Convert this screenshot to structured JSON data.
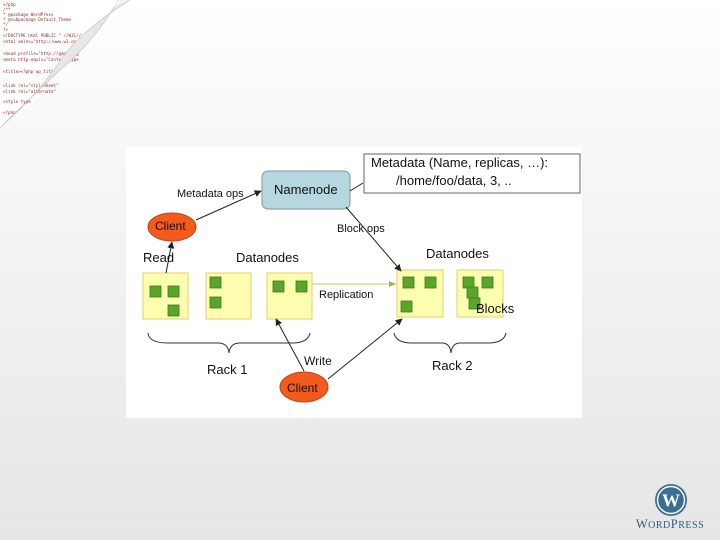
{
  "page_curl_code_lines": [
    "<?php",
    "/**",
    " * @package WordPress",
    " * @subpackage Default_Theme",
    " */",
    "?>",
    "<!DOCTYPE html PUBLIC \"-//W3C//",
    "<html xmlns=\"http://www.w3.org",
    "<head profile=\"http://gmpg.org",
    "<meta http-equiv=\"Content-Type",
    "<title><?php wp_title",
    "<link rel=\"stylesheet\"",
    "<link rel=\"alternate\"",
    "<style type",
    "<?php"
  ],
  "diagram": {
    "namenode": "Namenode",
    "metadata_box": {
      "line1": "Metadata (Name, replicas, …):",
      "line2": "/home/foo/data, 3, .."
    },
    "metadata_ops": "Metadata ops",
    "client_top": "Client",
    "client_bottom": "Client",
    "block_ops": "Block ops",
    "read": "Read",
    "datanodes_left": "Datanodes",
    "datanodes_right": "Datanodes",
    "replication": "Replication",
    "blocks": "Blocks",
    "write": "Write",
    "rack1": "Rack 1",
    "rack2": "Rack 2",
    "colors": {
      "namenode_fill": "#b6d7e0",
      "client_fill": "#f25a1e",
      "datanode_fill": "#fdfdb0",
      "datanode_border": "#e2cf6a",
      "block_fill": "#5aa52a",
      "replication_line": "#c4dd8a"
    }
  },
  "logo": {
    "icon": "wordpress-logo-icon",
    "word_1_initial": "W",
    "word_1_rest": "ORD",
    "word_2_initial": "P",
    "word_2_rest": "RESS"
  }
}
